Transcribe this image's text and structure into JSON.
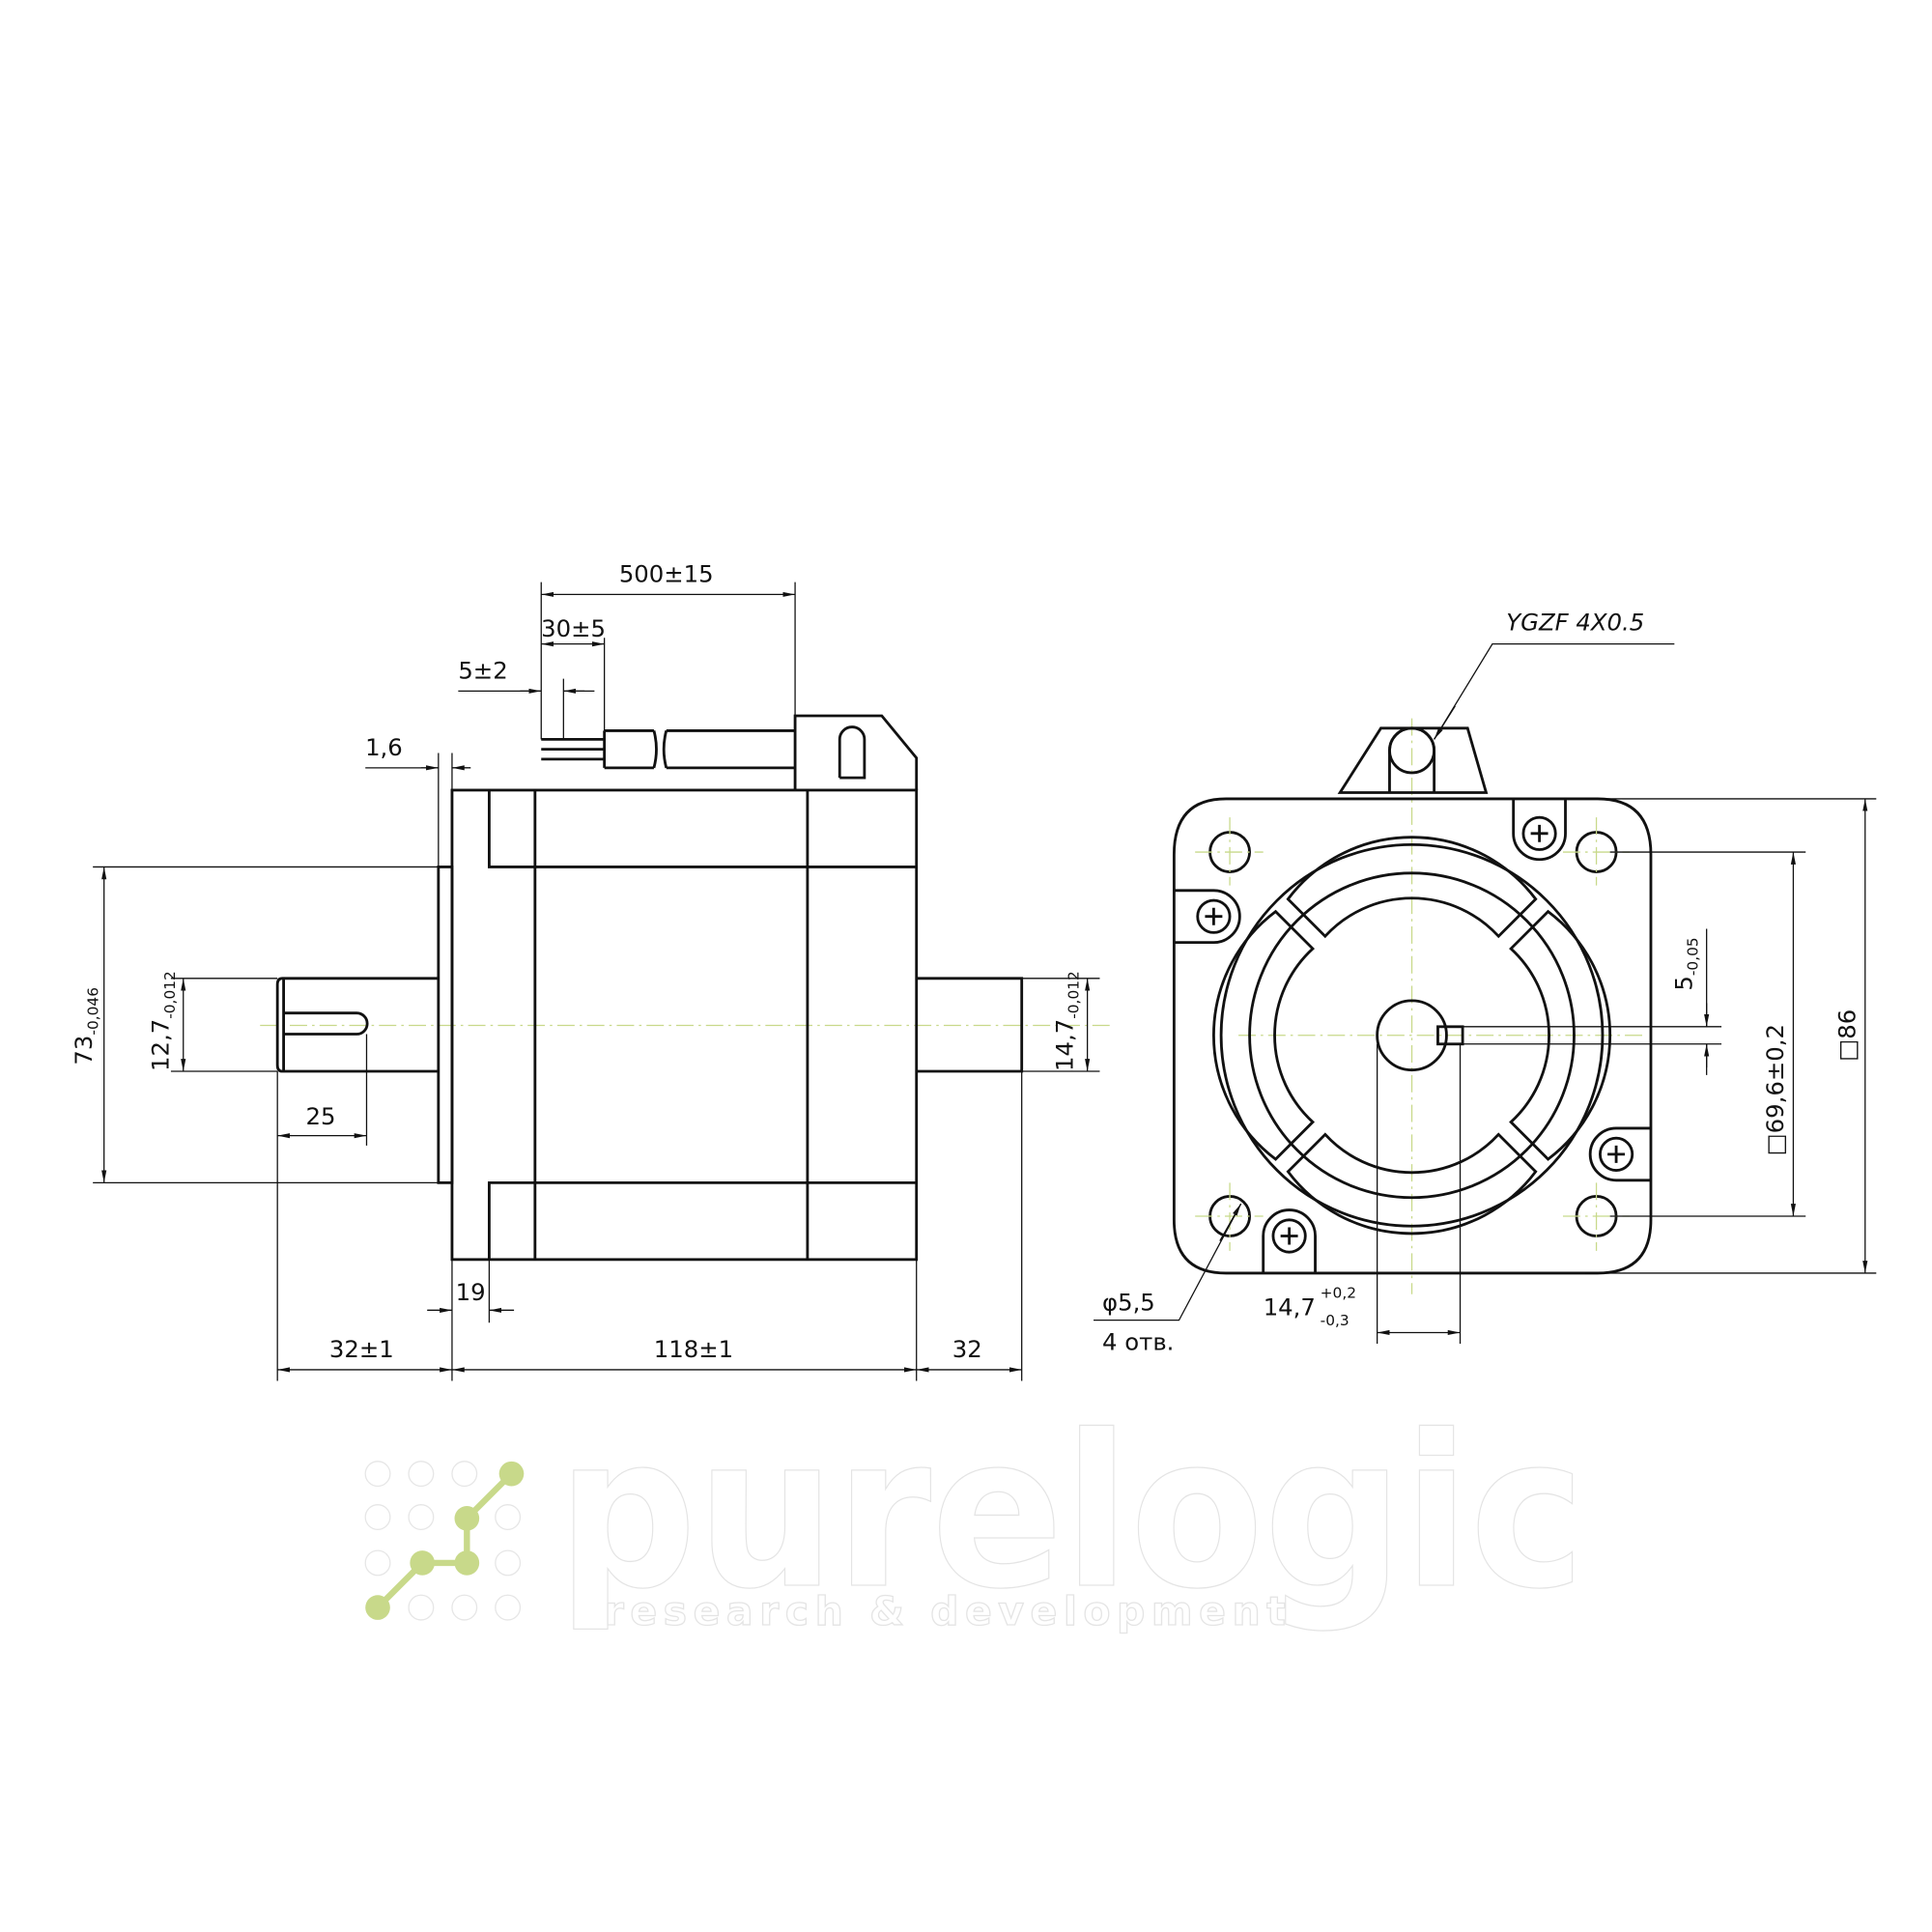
{
  "drawing": {
    "side_view": {
      "cable_length": "500±15",
      "wire_strip": "30±5",
      "wire_tip": "5±2",
      "flange_thickness": "1,6",
      "pilot_diameter": "73",
      "pilot_tolerance": "-0,046",
      "shaft_diameter": "12,7",
      "shaft_tolerance": "-0,012",
      "rear_shaft_diameter": "14,7",
      "rear_shaft_tolerance": "-0,012",
      "key_length": "25",
      "pilot_depth": "19",
      "shaft_length": "32±1",
      "body_length": "118±1",
      "rear_shaft_length": "32"
    },
    "front_view": {
      "cable_gland": "YGZF 4X0.5",
      "key_width": "5",
      "key_tolerance": "-0,05",
      "bolt_pitch": "□69,6±0,2",
      "flange_size": "□86",
      "hole_diameter": "φ5,5",
      "hole_count": "4 отв.",
      "key_offset": "14,7",
      "key_offset_tol_upper": "+0,2",
      "key_offset_tol_lower": "-0,3"
    }
  },
  "watermark": {
    "brand": "purelogic",
    "tagline": "research & development"
  }
}
